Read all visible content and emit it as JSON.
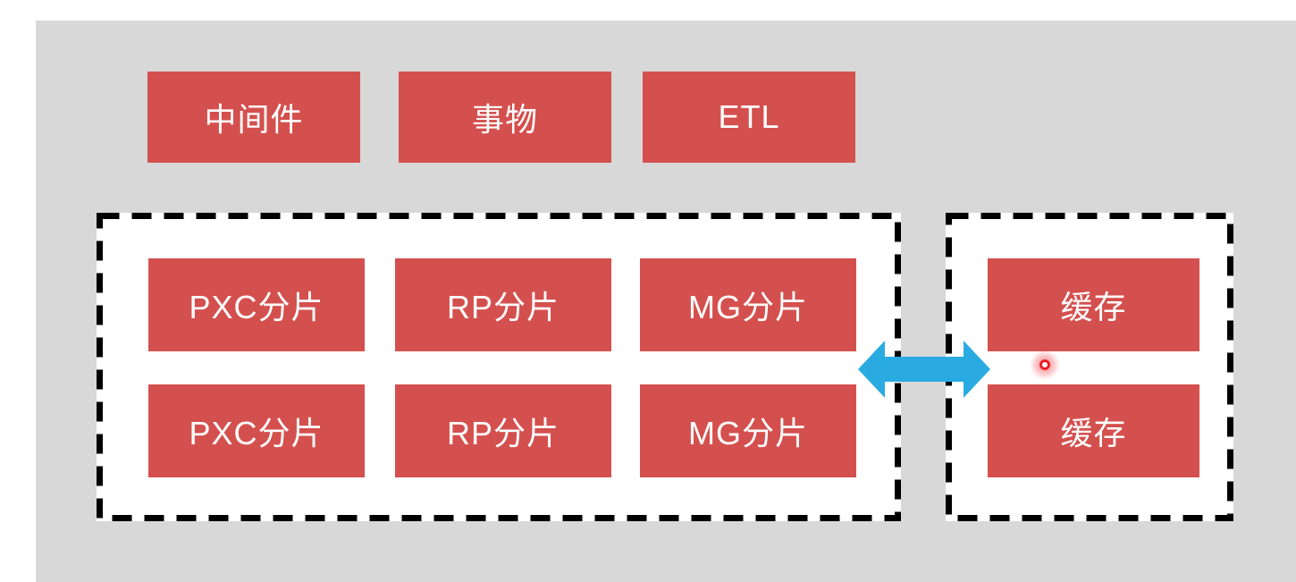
{
  "diagram": {
    "top_row": {
      "items": [
        {
          "label": "中间件"
        },
        {
          "label": "事物"
        },
        {
          "label": "ETL"
        }
      ]
    },
    "shard_group": {
      "rows": [
        {
          "cells": [
            {
              "label": "PXC分片"
            },
            {
              "label": "RP分片"
            },
            {
              "label": "MG分片"
            }
          ]
        },
        {
          "cells": [
            {
              "label": "PXC分片"
            },
            {
              "label": "RP分片"
            },
            {
              "label": "MG分片"
            }
          ]
        }
      ]
    },
    "cache_group": {
      "items": [
        {
          "label": "缓存"
        },
        {
          "label": "缓存"
        }
      ]
    },
    "icons": {
      "bidirectional_arrow": "left-right-arrow",
      "pointer_dot": "red-click-indicator-dot"
    },
    "colors": {
      "node_red": "#d4504e",
      "background_gray": "#d8d8d8",
      "canvas_white": "#ffffff",
      "dashed_border_black": "#000000",
      "arrow_blue": "#29abe2",
      "pointer_dot_red": "#ed1c24",
      "label_text_white": "#ffffff"
    }
  }
}
